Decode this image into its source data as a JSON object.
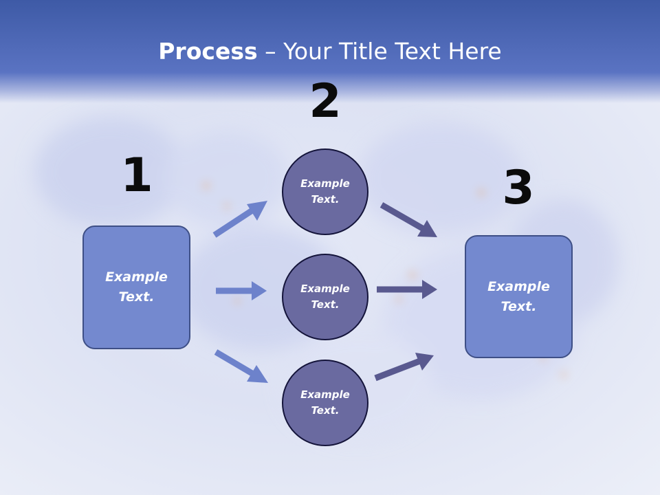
{
  "title": {
    "bold": "Process",
    "rest": " – Your Title Text Here"
  },
  "steps": {
    "one": "1",
    "two": "2",
    "three": "3"
  },
  "left_box": "Example Text.",
  "right_box": "Example Text.",
  "circles": [
    "Example Text.",
    "Example Text.",
    "Example Text."
  ],
  "colors": {
    "box_fill": "#7489cf",
    "circle_fill": "#6a6aa0",
    "left_arrow": "#6d82cb",
    "right_arrow": "#59598f",
    "title_band": "#4a63b1"
  }
}
